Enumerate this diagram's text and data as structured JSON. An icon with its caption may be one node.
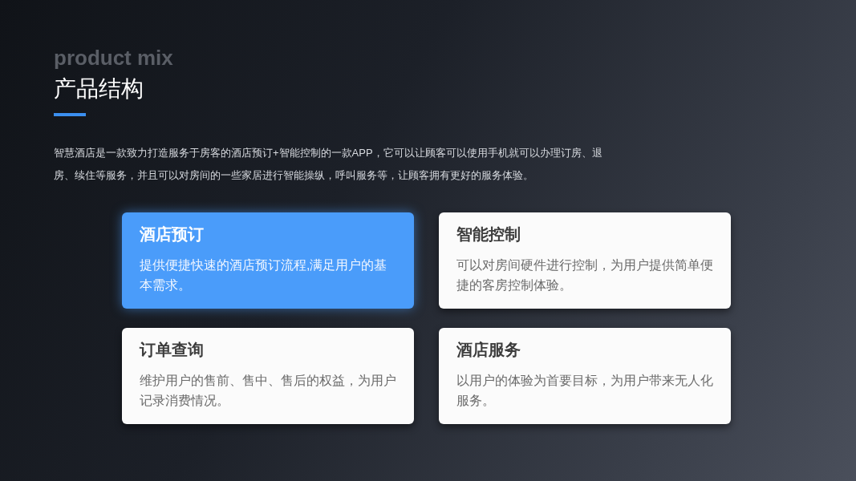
{
  "diagram": {
    "title": "产品结构",
    "nodes": [
      {
        "text": [
          "酒店预订",
          "提供便捷快速的酒店预订流程,满足用户的基本需求。"
        ]
      },
      {
        "text": [
          "智能控制",
          "可以对房间硬件进行控制，为用户提供简单便捷的客房控制体验。"
        ]
      },
      {
        "text": [
          "订单查询",
          "维护用户的售前、售中、售后的权益，为用户记录消费情况。"
        ]
      },
      {
        "text": [
          "酒店服务",
          "以用户的体验为首要目标，为用户带来无人化服务。"
        ]
      }
    ],
    "labels": [
      "product mix",
      "智慧酒店是一款致力打造服务于房客的酒店预订+智能控制的一款APP，它可以让顾客可以使用手机就可以办理订房、退房、续住等服务，并且可以对房间的一些家居进行智能操纵，呼叫服务等，让顾客拥有更好的服务体验。"
    ]
  }
}
